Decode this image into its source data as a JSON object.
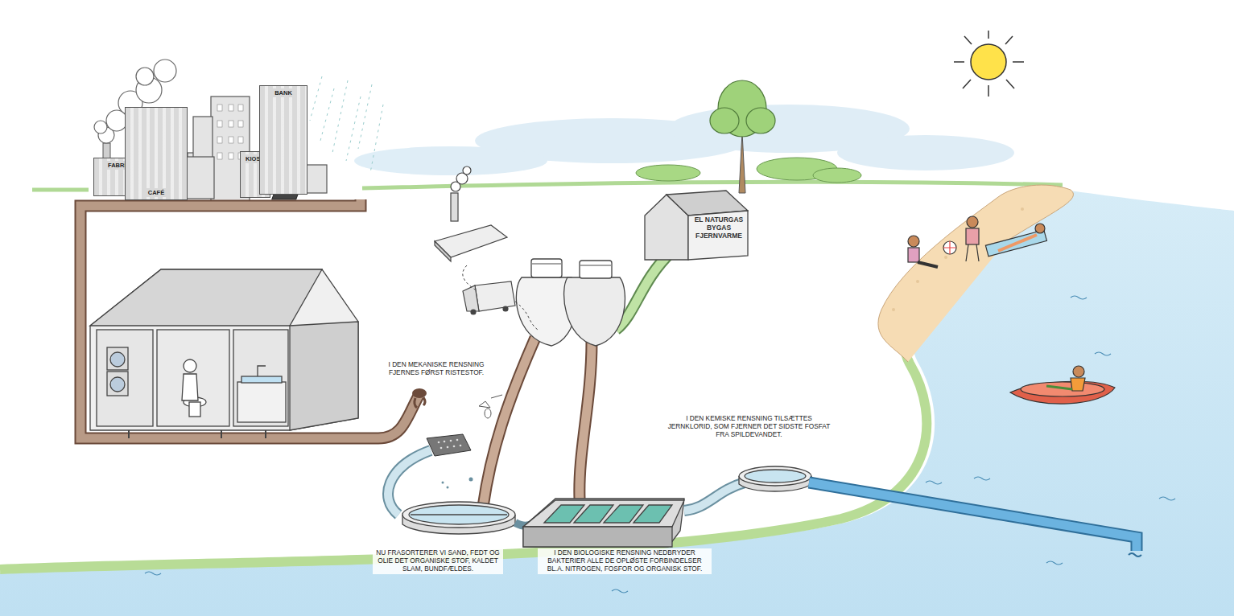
{
  "diagram": {
    "nodes": [
      {
        "text": [
          "FABRIK"
        ]
      },
      {
        "text": [
          "CAFÉ"
        ]
      },
      {
        "text": [
          "KIOSK"
        ]
      },
      {
        "text": [
          "BANK"
        ]
      },
      {
        "text": [
          "EL NATURGAS BYGAS FJERNVARME"
        ]
      }
    ],
    "labels": [
      "I DEN MEKANISKE RENSNING FJERNES FØRST RISTESTOF.",
      "I DEN KEMISKE RENSNING TILSÆTTES JERNKLORID, SOM FJERNER DET SIDSTE FOSFAT FRA SPILDEVANDET.",
      "NU FRASORTERER VI SAND, FEDT OG OLIE DET ORGANISKE STOF, KALDET SLAM, BUNDFÆLDES.",
      "I DEN BIOLOGISKE RENSNING NEDBRYDER BAKTERIER ALLE DE OPLØSTE FORBINDELSER BL.A. NITROGEN, FOSFOR OG ORGANISK STOF."
    ]
  }
}
